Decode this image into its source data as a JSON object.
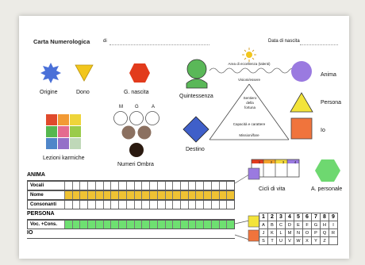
{
  "header": {
    "title": "Carta Numerologica",
    "of": "di",
    "birth_date_label": "Data di nascita"
  },
  "shapes": {
    "origine": "Origine",
    "dono": "Dono",
    "g_nascita": "G. nascita",
    "quintessenza": "Quintessenza",
    "anima": "Anima",
    "persona": "Persona",
    "io": "Io",
    "destino": "Destino",
    "lezioni_karmiche": "Lezioni karmiche",
    "numeri_ombra": "Numeri Ombra",
    "cicli_di_vita": "Cicli di vita",
    "a_personale": "A. personale"
  },
  "mga": [
    "M",
    "G",
    "A"
  ],
  "triangle": {
    "top": "Area di eccellenza (talenti)",
    "left_top": "Visioni/essere",
    "center": [
      "Sentiero",
      "della",
      "fortuna"
    ],
    "base_upper": "Capacità e carattere",
    "base_lower": "Missioni/fare"
  },
  "cycles": [
    "1",
    "2",
    "3",
    "4"
  ],
  "grid": {
    "anima_header": "ANIMA",
    "vocali": "Vocali",
    "nome": "Nome",
    "consonanti": "Consonanti",
    "persona_header": "PERSONA",
    "voc_cons": "Voc. +Cons.",
    "io_header": "IO"
  },
  "letter_table": {
    "numbers": [
      "1",
      "2",
      "3",
      "4",
      "5",
      "6",
      "7",
      "8",
      "9"
    ],
    "rows": [
      [
        "A",
        "B",
        "C",
        "D",
        "E",
        "F",
        "G",
        "H",
        "I"
      ],
      [
        "J",
        "K",
        "L",
        "M",
        "N",
        "O",
        "P",
        "Q",
        "R"
      ],
      [
        "S",
        "T",
        "U",
        "V",
        "W",
        "X",
        "Y",
        "Z",
        ""
      ]
    ]
  },
  "colors": {
    "origine": "#4a70d8",
    "dono": "#f2c61c",
    "g_nascita": "#e23b1c",
    "quintessenza": "#5ab858",
    "anima": "#9a7ae0",
    "persona": "#f3e43a",
    "io": "#f0743c",
    "destino": "#3f5fc9",
    "a_personale": "#6ed870",
    "nome_band": "#efc233",
    "voc_cons_band": "#6ee071",
    "ombra_dark": "#2a1a10",
    "ombra_brown": "#8b7060"
  }
}
